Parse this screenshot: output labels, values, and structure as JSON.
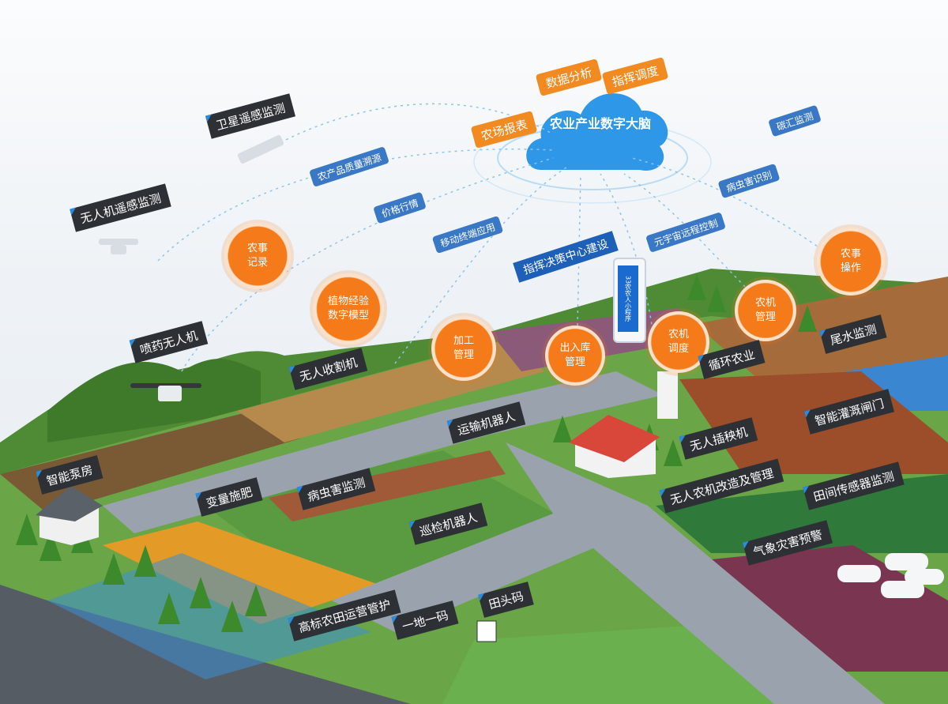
{
  "brain": {
    "label": "农业产业数字大脑"
  },
  "top_tags": [
    {
      "text": "数据分析"
    },
    {
      "text": "指挥调度"
    },
    {
      "text": "农场报表"
    }
  ],
  "blue_tags": [
    {
      "text": "农产品质量溯源"
    },
    {
      "text": "价格行情"
    },
    {
      "text": "移动终端应用"
    },
    {
      "text": "碳汇监测"
    },
    {
      "text": "病虫害识别"
    },
    {
      "text": "元宇宙远程控制"
    }
  ],
  "command_center": {
    "text": "指挥决策中心建设"
  },
  "phone_text": "33农农人小程序",
  "circles": [
    {
      "lines": [
        "农事",
        "记录"
      ]
    },
    {
      "lines": [
        "植物经验",
        "数字模型"
      ]
    },
    {
      "lines": [
        "加工",
        "管理"
      ]
    },
    {
      "lines": [
        "出入库",
        "管理"
      ]
    },
    {
      "lines": [
        "农机",
        "调度"
      ]
    },
    {
      "lines": [
        "农机",
        "管理"
      ]
    },
    {
      "lines": [
        "农事",
        "操作"
      ]
    }
  ],
  "dark_labels": [
    {
      "text": "卫星遥感监测"
    },
    {
      "text": "无人机遥感监测"
    },
    {
      "text": "喷药无人机"
    },
    {
      "text": "无人收割机"
    },
    {
      "text": "智能泵房"
    },
    {
      "text": "变量施肥"
    },
    {
      "text": "病虫害监测"
    },
    {
      "text": "运输机器人"
    },
    {
      "text": "巡检机器人"
    },
    {
      "text": "高标农田运营管护"
    },
    {
      "text": "一地一码"
    },
    {
      "text": "田头码"
    },
    {
      "text": "循环农业"
    },
    {
      "text": "尾水监测"
    },
    {
      "text": "智能灌溉闸门"
    },
    {
      "text": "无人插秧机"
    },
    {
      "text": "无人农机改造及管理"
    },
    {
      "text": "田间传感器监测"
    },
    {
      "text": "气象灾害预警"
    }
  ],
  "colors": {
    "accent_orange": "#f08a21",
    "accent_blue": "#3a78c6",
    "label_dark": "#2d3136",
    "field_green": "#5b9a3a"
  }
}
